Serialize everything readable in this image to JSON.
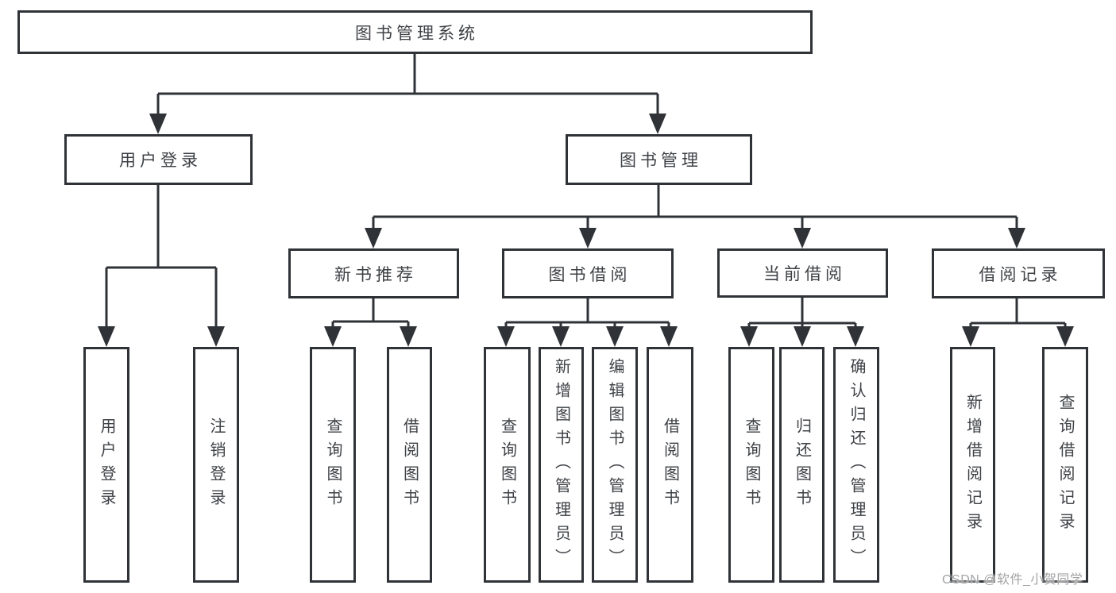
{
  "diagram": {
    "tree": {
      "label": "图书管理系统",
      "children": [
        {
          "label": "用户登录",
          "children": [
            {
              "label": "用户登录"
            },
            {
              "label": "注销登录"
            }
          ]
        },
        {
          "label": "图书管理",
          "children": [
            {
              "label": "新书推荐",
              "children": [
                {
                  "label": "查询图书"
                },
                {
                  "label": "借阅图书"
                }
              ]
            },
            {
              "label": "图书借阅",
              "children": [
                {
                  "label": "查询图书"
                },
                {
                  "label": "新增图书（管理员）"
                },
                {
                  "label": "编辑图书（管理员）"
                },
                {
                  "label": "借阅图书"
                }
              ]
            },
            {
              "label": "当前借阅",
              "children": [
                {
                  "label": "查询图书"
                },
                {
                  "label": "归还图书"
                },
                {
                  "label": "确认归还（管理员）"
                }
              ]
            },
            {
              "label": "借阅记录",
              "children": [
                {
                  "label": "新增借阅记录"
                },
                {
                  "label": "查询借阅记录"
                }
              ]
            }
          ]
        }
      ]
    },
    "watermark": "CSDN @软件_小贺同学",
    "colors": {
      "line": "#2f3338",
      "text": "#3e4145",
      "watermark": "#a3a3a3",
      "background": "#ffffff"
    }
  }
}
